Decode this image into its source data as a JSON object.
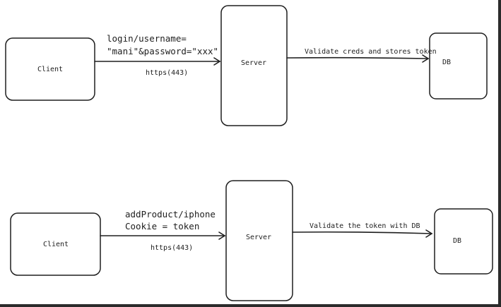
{
  "diagram_top": {
    "client_label": "Client",
    "server_label": "Server",
    "db_label": "DB",
    "request_line1": "login/username=",
    "request_line2": "\"mani\"&password=\"xxx\"",
    "protocol": "https(443)",
    "db_action": "Validate creds and stores token"
  },
  "diagram_bottom": {
    "client_label": "Client",
    "server_label": "Server",
    "db_label": "DB",
    "request_line1": "addProduct/iphone",
    "request_line2": "Cookie = token",
    "protocol": "https(443)",
    "db_action": "Validate the token with DB"
  }
}
